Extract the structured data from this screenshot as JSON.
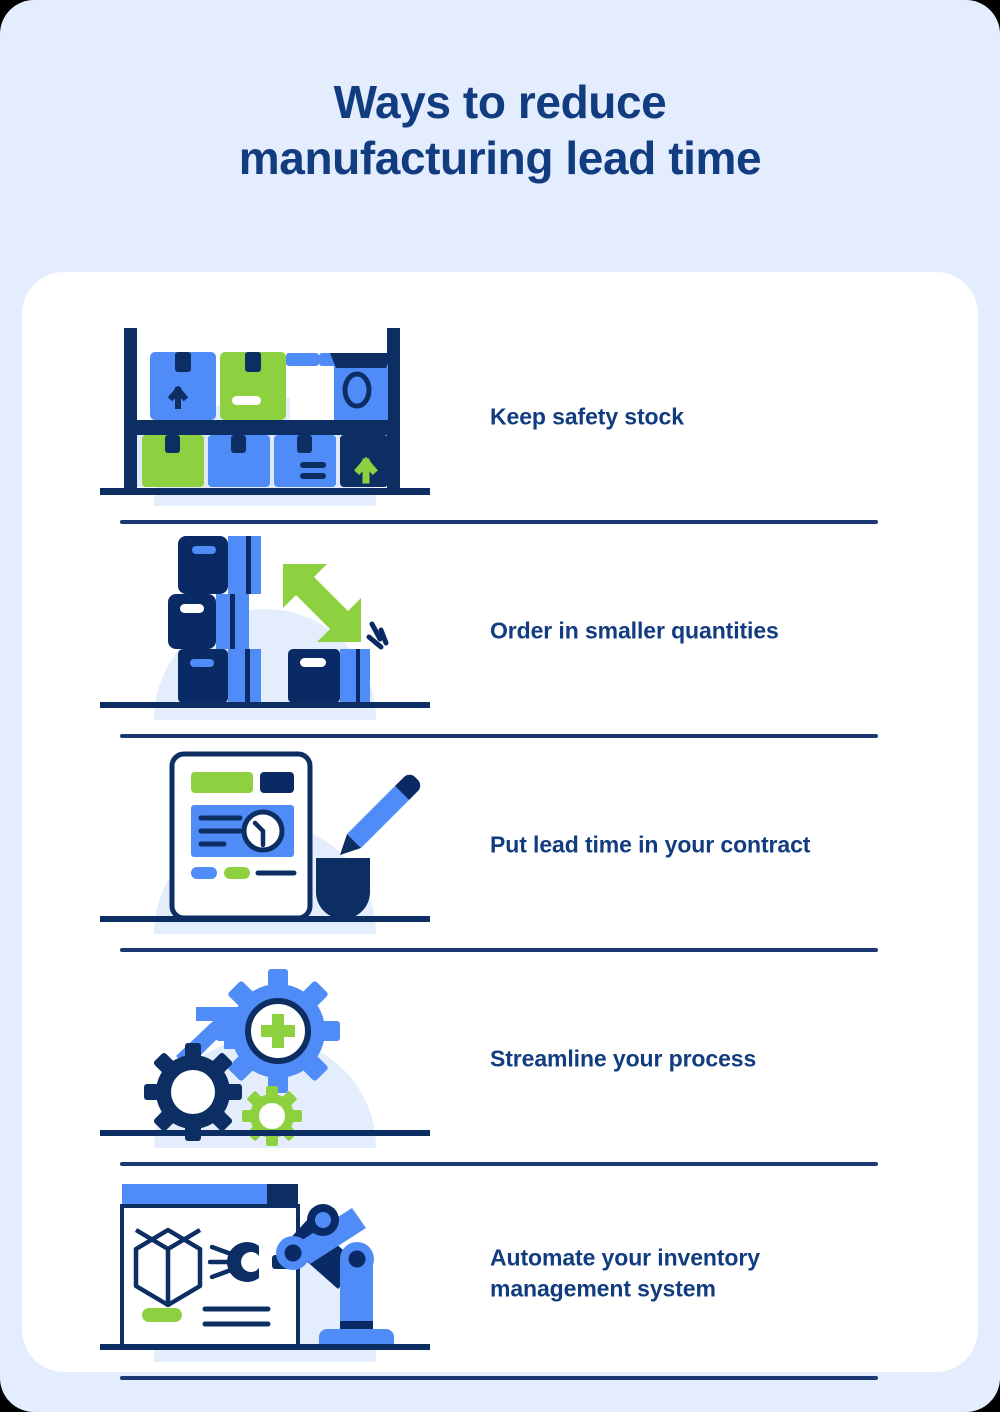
{
  "header": {
    "title_line1": "Ways to reduce",
    "title_line2": "manufacturing lead time"
  },
  "colors": {
    "page_background": "#e3edfd",
    "card_background": "#ffffff",
    "title_text": "#123c80",
    "label_text": "#123c80",
    "navy": "#0a2a66",
    "navy_dark": "#0d2e63",
    "blue": "#4f8cf7",
    "blue_light": "#d9e6fb",
    "green": "#8ed140",
    "divider": "#1b3a73",
    "arc_backdrop": "#e4edfb"
  },
  "list": {
    "items": [
      {
        "id": "keep-safety-stock",
        "label": "Keep safety stock",
        "icon": "warehouse-shelf-boxes-icon"
      },
      {
        "id": "order-smaller",
        "label": "Order in smaller quantities",
        "icon": "stacked-boxes-arrow-icon"
      },
      {
        "id": "lead-time-contract",
        "label": "Put lead time in your contract",
        "icon": "contract-document-clock-pencil-icon"
      },
      {
        "id": "streamline-process",
        "label": "Streamline your process",
        "icon": "gears-plus-arrow-icon"
      },
      {
        "id": "automate-inventory",
        "label": "Automate your inventory management system",
        "icon": "robot-arm-browser-cube-icon"
      }
    ]
  }
}
